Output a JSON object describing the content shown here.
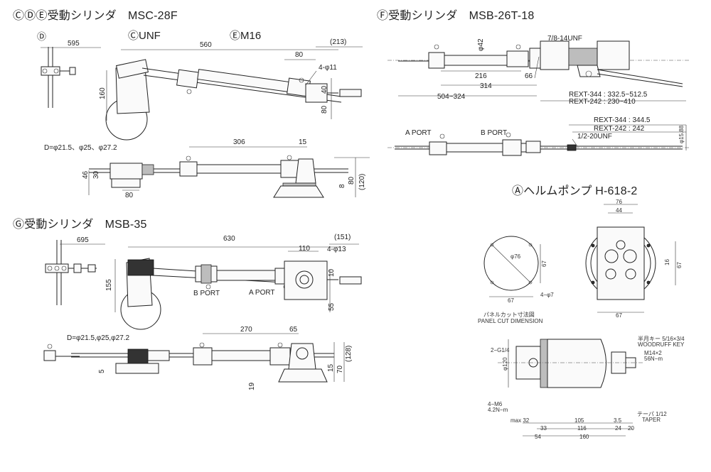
{
  "sections": {
    "cde_title": "ⒸⒹⒺ受動シリンダ　MSC-28F",
    "f_title": "Ⓕ受動シリンダ　MSB-26T-18",
    "g_title": "Ⓖ受動シリンダ　MSB-35",
    "a_title": "Ⓐヘルムポンプ H-618-2"
  },
  "cde": {
    "label_d": "Ⓓ",
    "label_unf": "ⒸUNF",
    "label_m16": "ⒺM16",
    "dim_595": "595",
    "dim_560": "560",
    "dim_213": "(213)",
    "dim_80a": "80",
    "dim_4phi11": "4-φ11",
    "dim_160": "160",
    "dim_80b": "80",
    "dim_40": "40",
    "diameters": "D=φ21.5、φ25、φ27.2",
    "dim_306": "306",
    "dim_15": "15",
    "dim_46": "46",
    "dim_30": "30",
    "dim_80c": "80",
    "dim_8": "8",
    "dim_80d": "80",
    "dim_120": "(120)"
  },
  "f": {
    "dim_42": "φ42",
    "unf": "7/8-14UNF",
    "dim_216": "216",
    "dim_66": "66",
    "dim_314": "314",
    "dim_504": "504~324",
    "rext344a": "REXT-344 : 332.5~512.5",
    "rext242a": "REXT-242 : 230~410",
    "rext344b": "REXT-344 : 344.5",
    "rext242b": "REXT-242 : 242",
    "unf2": "1/2-20UNF",
    "port_a": "A PORT",
    "port_b": "B PORT",
    "dim_1588": "φ15.88"
  },
  "g": {
    "dim_695": "695",
    "dim_630": "630",
    "dim_151": "(151)",
    "dim_110": "110",
    "dim_4phi13": "4-φ13",
    "dim_155": "155",
    "dim_10": "10",
    "dim_55": "55",
    "port_b": "B PORT",
    "port_a": "A PORT",
    "diameters": "D=φ21.5,φ25,φ27.2",
    "dim_270": "270",
    "dim_65": "65",
    "dim_5": "5",
    "dim_15": "15",
    "dim_70": "70",
    "dim_128": "(128)",
    "dim_19": "19"
  },
  "a": {
    "dim_76": "76",
    "dim_44": "44",
    "dim_d76": "φ76",
    "dim_67a": "67",
    "dim_67b": "67",
    "dim_4phi7": "4−φ7",
    "dim_67c": "67",
    "dim_67d": "67",
    "dim_16": "16",
    "panel_jp": "パネルカット寸法図",
    "panel_en": "PANEL CUT DIMENSION",
    "key_jp": "半月キー 5/16×3/4",
    "key_en": "WOODRUFF KEY",
    "m14": "M14×2",
    "torque": "56N−m",
    "g14": "2−G1/4",
    "m6": "4−M6",
    "m6t": "4.2N−m",
    "taper_jp": "テーパ 1/12",
    "taper_en": "TAPER",
    "dim_d120": "φ120",
    "max32": "max 32",
    "dim_105": "105",
    "dim_35": "3.5",
    "dim_33": "33",
    "dim_116": "116",
    "dim_24": "24",
    "dim_20": "20",
    "dim_54": "54",
    "dim_160": "160"
  }
}
